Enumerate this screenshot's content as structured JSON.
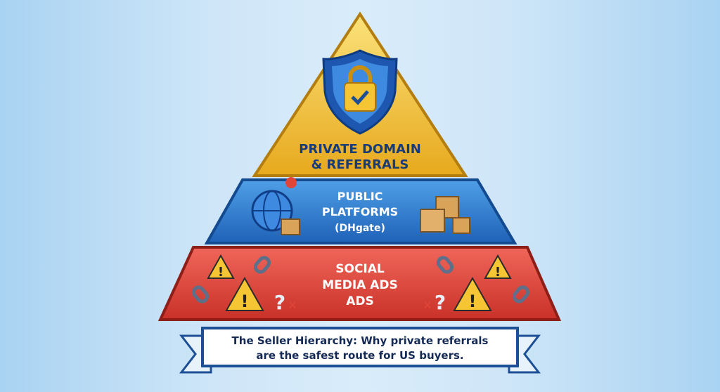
{
  "tiers": [
    {
      "lines": [
        "PRIVATE DOMAIN",
        "& REFERRALS"
      ],
      "color": "#f2c230",
      "icon": "shield-lock-check"
    },
    {
      "lines": [
        "PUBLIC",
        "PLATFORMS",
        "(DHgate)"
      ],
      "color": "#2f7fd0",
      "icon": "globe-boxes"
    },
    {
      "lines": [
        "SOCIAL",
        "MEDIA ADS",
        "ADS"
      ],
      "color": "#e0453a",
      "icon": "warning-broken-link"
    }
  ],
  "caption": {
    "lines": [
      "The Seller Hierarchy: Why private referrals",
      "are the safest route for US buyers."
    ]
  }
}
